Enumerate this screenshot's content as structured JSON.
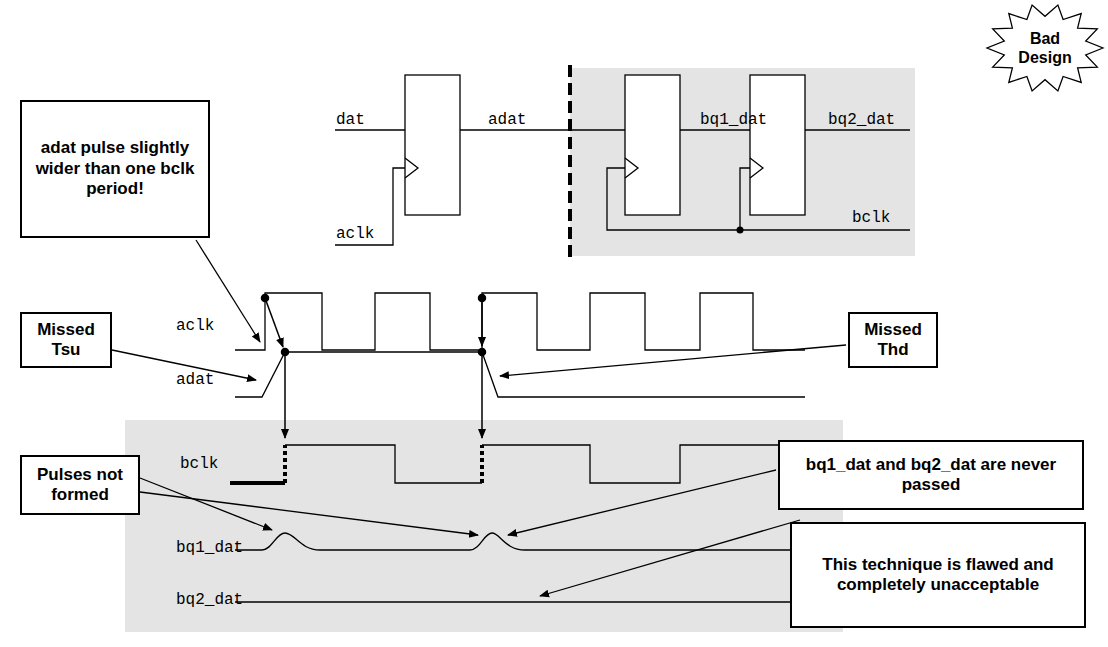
{
  "diagram": {
    "nodes": [
      {
        "text": [
          "Bad Design"
        ]
      },
      {
        "text": [
          "adat pulse slightly wider than one bclk period!"
        ]
      },
      {
        "text": [
          "Missed",
          "Tsu"
        ]
      },
      {
        "text": [
          "Missed",
          "Thd"
        ]
      },
      {
        "text": [
          "Pulses not formed"
        ]
      },
      {
        "text": [
          "bq1_dat and bq2_dat are never passed"
        ]
      },
      {
        "text": [
          "This technique is flawed and completely unacceptable"
        ]
      }
    ],
    "labels": [
      "dat",
      "adat",
      "aclk",
      "bq1_dat",
      "bq2_dat",
      "bclk",
      "aclk",
      "adat",
      "bclk",
      "bq1_dat",
      "bq2_dat"
    ]
  }
}
